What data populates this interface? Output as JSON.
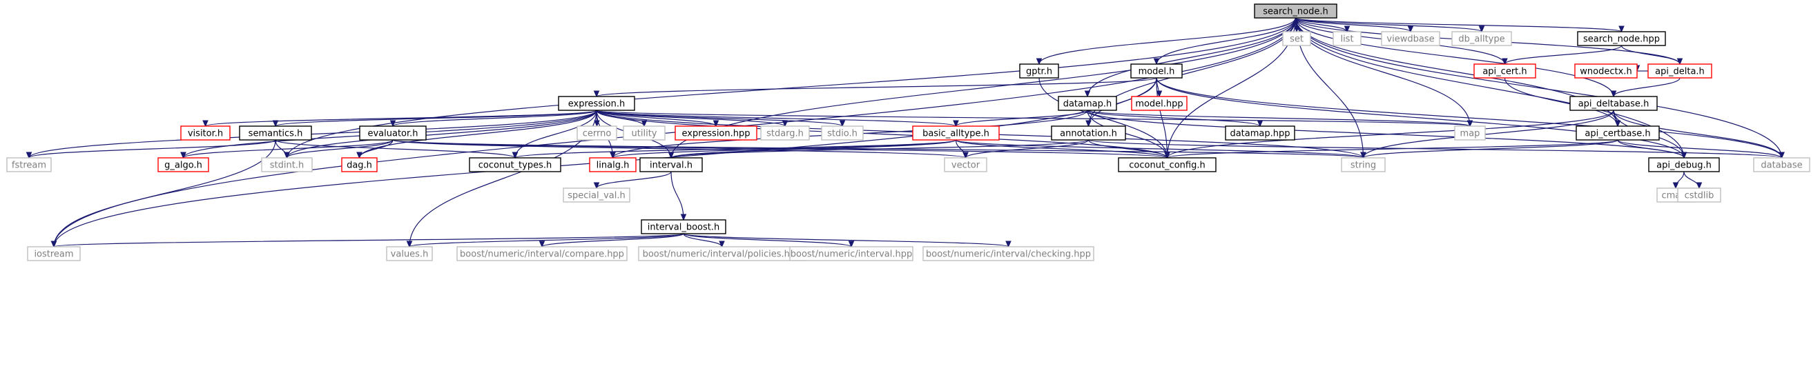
{
  "nodes": [
    {
      "id": "search_node_h",
      "label": "search_node.h",
      "style": "root"
    },
    {
      "id": "iostream",
      "label": "iostream",
      "style": "system"
    },
    {
      "id": "stdint_h",
      "label": "stdint.h",
      "style": "system"
    },
    {
      "id": "interval_h",
      "label": "interval.h",
      "style": "normal"
    },
    {
      "id": "gptr_h",
      "label": "gptr.h",
      "style": "normal"
    },
    {
      "id": "model_h",
      "label": "model.h",
      "style": "normal"
    },
    {
      "id": "datamap_h",
      "label": "datamap.h",
      "style": "normal"
    },
    {
      "id": "annotation_h",
      "label": "annotation.h",
      "style": "normal"
    },
    {
      "id": "coconut_config_h",
      "label": "coconut_config.h",
      "style": "normal"
    },
    {
      "id": "string",
      "label": "string",
      "style": "system"
    },
    {
      "id": "map",
      "label": "map",
      "style": "system"
    },
    {
      "id": "set",
      "label": "set",
      "style": "system"
    },
    {
      "id": "list",
      "label": "list",
      "style": "system"
    },
    {
      "id": "viewdbase",
      "label": "viewdbase",
      "style": "system"
    },
    {
      "id": "db_alltype",
      "label": "db_alltype",
      "style": "system"
    },
    {
      "id": "search_node_hpp",
      "label": "search_node.hpp",
      "style": "normal"
    },
    {
      "id": "api_cert_h",
      "label": "api_cert.h",
      "style": "truncated"
    },
    {
      "id": "wnodectx_h",
      "label": "wnodectx.h",
      "style": "truncated"
    },
    {
      "id": "api_delta_h",
      "label": "api_delta.h",
      "style": "truncated"
    },
    {
      "id": "api_deltabase_h",
      "label": "api_deltabase.h",
      "style": "normal"
    },
    {
      "id": "api_certbase_h",
      "label": "api_certbase.h",
      "style": "normal"
    },
    {
      "id": "api_debug_h",
      "label": "api_debug.h",
      "style": "normal"
    },
    {
      "id": "database",
      "label": "database",
      "style": "system"
    },
    {
      "id": "expression_h",
      "label": "expression.h",
      "style": "normal"
    },
    {
      "id": "model_hpp",
      "label": "model.hpp",
      "style": "truncated"
    },
    {
      "id": "datamap_hpp",
      "label": "datamap.hpp",
      "style": "normal"
    },
    {
      "id": "visitor_h",
      "label": "visitor.h",
      "style": "truncated"
    },
    {
      "id": "semantics_h",
      "label": "semantics.h",
      "style": "normal"
    },
    {
      "id": "evaluator_h",
      "label": "evaluator.h",
      "style": "normal"
    },
    {
      "id": "cerrno",
      "label": "cerrno",
      "style": "system"
    },
    {
      "id": "utility",
      "label": "utility",
      "style": "system"
    },
    {
      "id": "expression_hpp",
      "label": "expression.hpp",
      "style": "truncated"
    },
    {
      "id": "stdarg_h",
      "label": "stdarg.h",
      "style": "system"
    },
    {
      "id": "stdio_h",
      "label": "stdio.h",
      "style": "system"
    },
    {
      "id": "basic_alltype_h",
      "label": "basic_alltype.h",
      "style": "truncated"
    },
    {
      "id": "fstream",
      "label": "fstream",
      "style": "system"
    },
    {
      "id": "g_algo_h",
      "label": "g_algo.h",
      "style": "truncated"
    },
    {
      "id": "dag_h",
      "label": "dag.h",
      "style": "truncated"
    },
    {
      "id": "coconut_types_h",
      "label": "coconut_types.h",
      "style": "normal"
    },
    {
      "id": "linalg_h",
      "label": "linalg.h",
      "style": "truncated"
    },
    {
      "id": "vector",
      "label": "vector",
      "style": "system"
    },
    {
      "id": "special_val_h",
      "label": "special_val.h",
      "style": "system"
    },
    {
      "id": "interval_boost_h",
      "label": "interval_boost.h",
      "style": "normal"
    },
    {
      "id": "values_h",
      "label": "values.h",
      "style": "system"
    },
    {
      "id": "compare_hpp",
      "label": "boost/numeric/interval/compare.hpp",
      "style": "system"
    },
    {
      "id": "policies_hpp",
      "label": "boost/numeric/interval/policies.hpp",
      "style": "system"
    },
    {
      "id": "interval_hpp",
      "label": "boost/numeric/interval.hpp",
      "style": "system"
    },
    {
      "id": "checking_hpp",
      "label": "boost/numeric/interval/checking.hpp",
      "style": "system"
    },
    {
      "id": "cmath",
      "label": "cmath",
      "style": "system"
    },
    {
      "id": "cstdlib",
      "label": "cstdlib",
      "style": "system"
    }
  ],
  "colors": {
    "edge": "#191970",
    "root_fill": "#bfbfbf",
    "normal_border": "#000000",
    "truncated_border": "#ff0000",
    "system_border": "#bfbfbf",
    "system_text": "#7f7f7f",
    "text": "#000000"
  }
}
